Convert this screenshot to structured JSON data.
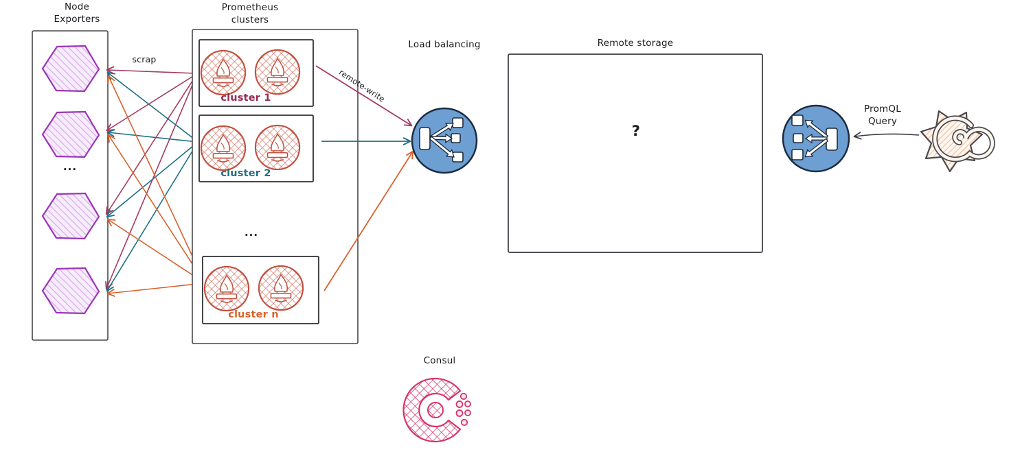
{
  "node_exporters": {
    "title": "Node\nExporters",
    "ellipsis": "..."
  },
  "prometheus": {
    "title": "Prometheus\nclusters",
    "ellipsis": "...",
    "cluster_labels": [
      "cluster 1",
      "cluster 2",
      "cluster n"
    ]
  },
  "load_balancing": {
    "title": "Load balancing"
  },
  "remote_storage": {
    "title": "Remote storage",
    "content": "?"
  },
  "consul": {
    "title": "Consul"
  },
  "edges": {
    "scrape": "scrap",
    "remote_write": "remote-write",
    "promql": "PromQL\nQuery"
  },
  "colors": {
    "cluster1_accent": "#992a56",
    "cluster2_accent": "#1d7186",
    "cluster_n_accent": "#d9622b",
    "node_exporter_purple": "#9b36b7",
    "prometheus_red": "#c2503f",
    "consul_pink": "#d6336c",
    "load_balancer_blue": "#6d9fd3",
    "grafana_orange": "#f0b184",
    "ink": "#3a3a40"
  }
}
